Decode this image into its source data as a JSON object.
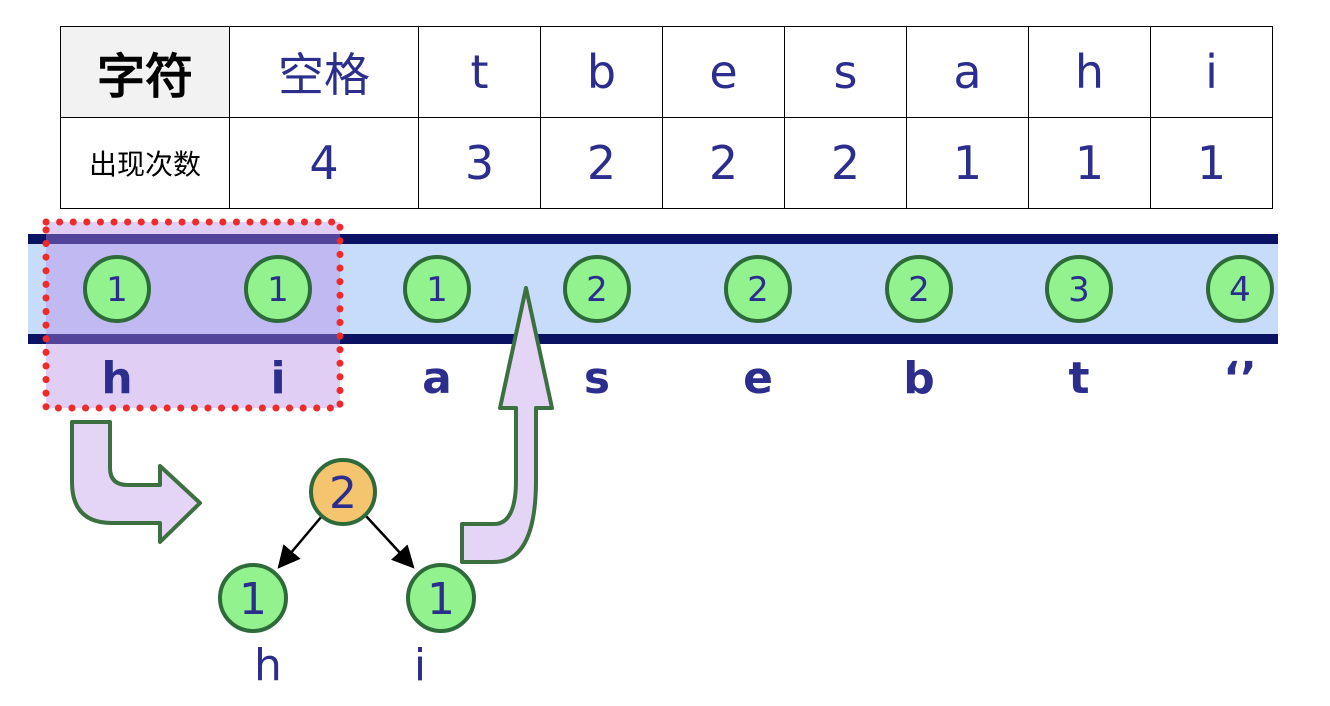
{
  "table": {
    "char_header": "字符",
    "count_header": "出现次数",
    "columns": [
      {
        "char": "空格",
        "count": "4"
      },
      {
        "char": "t",
        "count": "3"
      },
      {
        "char": "b",
        "count": "2"
      },
      {
        "char": "e",
        "count": "2"
      },
      {
        "char": "s",
        "count": "2"
      },
      {
        "char": "a",
        "count": "1"
      },
      {
        "char": "h",
        "count": "1"
      },
      {
        "char": "i",
        "count": "1"
      }
    ]
  },
  "queue": {
    "nodes": [
      {
        "weight": "1",
        "label": "h"
      },
      {
        "weight": "1",
        "label": "i"
      },
      {
        "weight": "1",
        "label": "a"
      },
      {
        "weight": "2",
        "label": "s"
      },
      {
        "weight": "2",
        "label": "e"
      },
      {
        "weight": "2",
        "label": "b"
      },
      {
        "weight": "3",
        "label": "t"
      },
      {
        "weight": "4",
        "label": "‘’"
      }
    ]
  },
  "tree": {
    "root": "2",
    "left": {
      "weight": "1",
      "label": "h"
    },
    "right": {
      "weight": "1",
      "label": "i"
    }
  },
  "colors": {
    "text": "#2b2e8c",
    "node_fill": "#92f28e",
    "node_stroke": "#2e6b3a",
    "root_fill": "#f5c46e",
    "band": "#c7dbfa",
    "band_border": "#0a1264",
    "selection": "#dcc4f4",
    "dots": "#ee2a2a",
    "arrow_fill": "#e4d4f6",
    "arrow_stroke": "#3c7040"
  }
}
